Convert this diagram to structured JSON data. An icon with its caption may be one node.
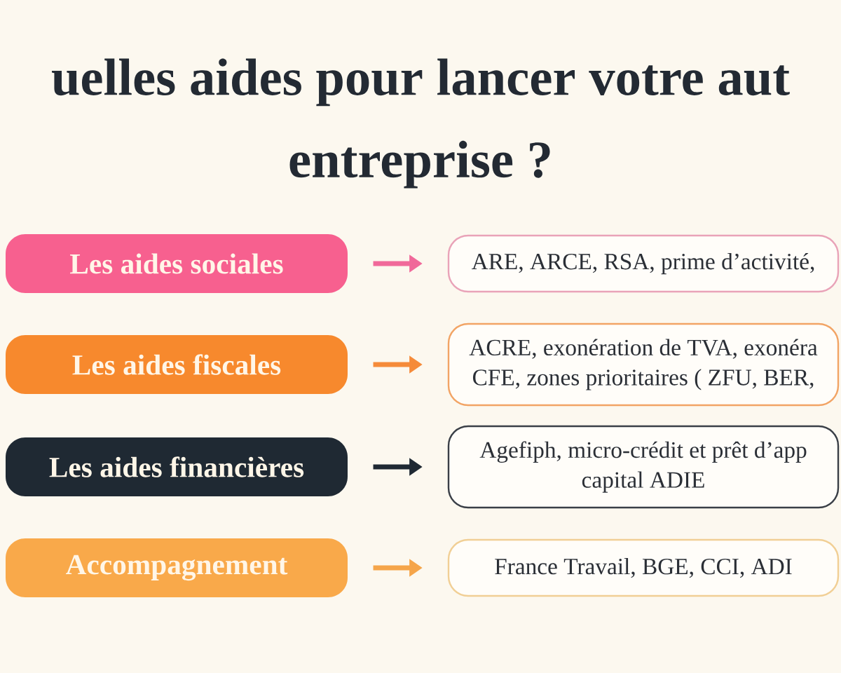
{
  "diagram": {
    "title": "uelles aides pour lancer votre aut entreprise ?",
    "nodes": [
      {
        "text": [
          "Les aides sociales"
        ]
      },
      {
        "text": [
          "ARE, ARCE, RSA, prime d’activité,"
        ]
      },
      {
        "text": [
          "Les aides fiscales"
        ]
      },
      {
        "text": [
          "ACRE, exonération de TVA, exonéra CFE, zones prioritaires ( ZFU, BER,"
        ]
      },
      {
        "text": [
          "Les aides financières"
        ]
      },
      {
        "text": [
          "Agefiph, micro-crédit et prêt d’app capital ADIE"
        ]
      },
      {
        "text": [
          "Accompagnement"
        ]
      },
      {
        "text": [
          "France Travail, BGE, CCI, ADI"
        ]
      }
    ],
    "edges": [
      {
        "from": 0,
        "to": 1,
        "arrow": "to",
        "color": "#f0699a"
      },
      {
        "from": 2,
        "to": 3,
        "arrow": "to",
        "color": "#f58b3a"
      },
      {
        "from": 4,
        "to": 5,
        "arrow": "to",
        "color": "#1f2933"
      },
      {
        "from": 6,
        "to": 7,
        "arrow": "to",
        "color": "#f5a54a"
      }
    ]
  }
}
